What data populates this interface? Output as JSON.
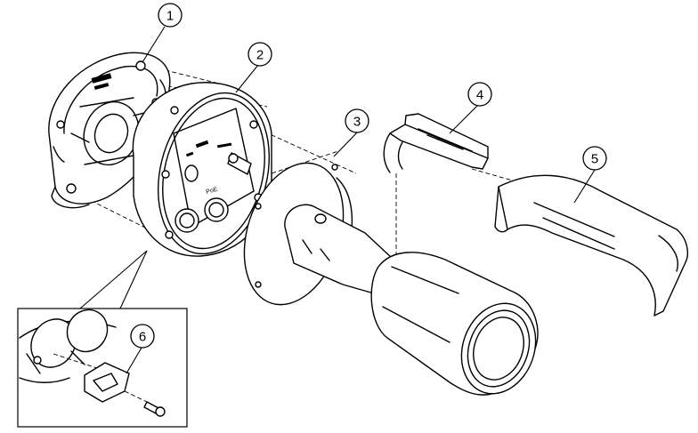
{
  "callouts": [
    {
      "id": "1",
      "label": "1"
    },
    {
      "id": "2",
      "label": "2"
    },
    {
      "id": "3",
      "label": "3"
    },
    {
      "id": "4",
      "label": "4"
    },
    {
      "id": "5",
      "label": "5"
    },
    {
      "id": "6",
      "label": "6"
    }
  ],
  "poe_label": "PoE"
}
